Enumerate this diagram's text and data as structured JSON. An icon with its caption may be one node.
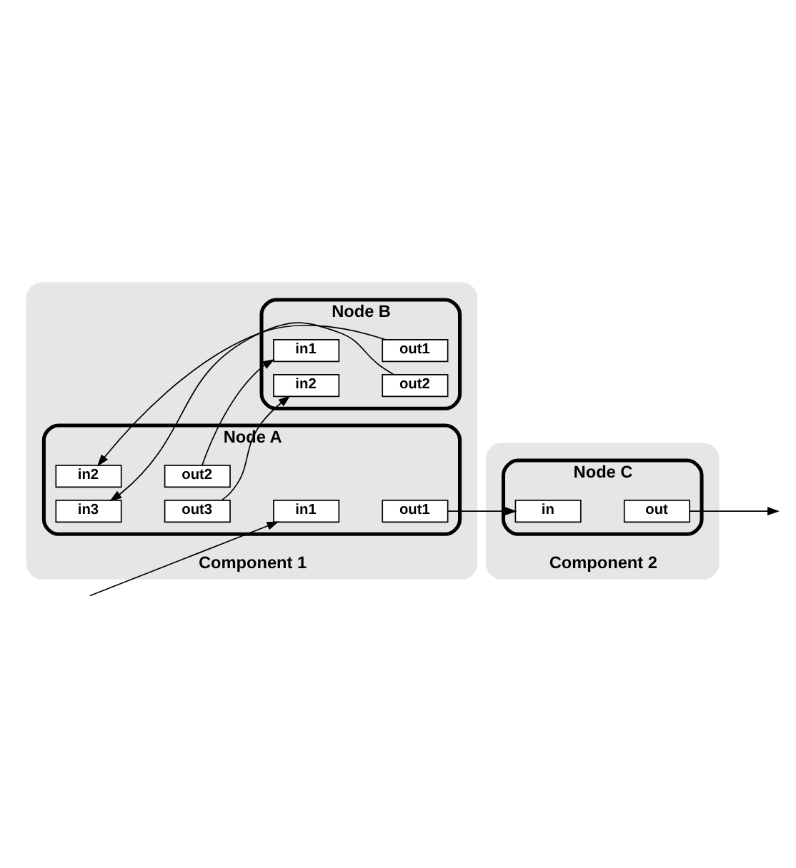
{
  "diagram": {
    "nodes": [
      {
        "text": [
          "Component 2"
        ]
      },
      {
        "text": [
          "Node C"
        ],
        "in": 0
      },
      {
        "text": [
          "in"
        ],
        "in": 1
      },
      {
        "text": [
          "out"
        ],
        "in": 1
      },
      {
        "text": [
          "Component 1"
        ]
      },
      {
        "text": [
          "Node A"
        ],
        "in": 4
      },
      {
        "text": [
          "in1"
        ],
        "in": 5
      },
      {
        "text": [
          "in2"
        ],
        "in": 5
      },
      {
        "text": [
          "in3"
        ],
        "in": 5
      },
      {
        "text": [
          "out1"
        ],
        "in": 5
      },
      {
        "text": [
          "out2"
        ],
        "in": 5
      },
      {
        "text": [
          "out3"
        ],
        "in": 5
      },
      {
        "text": [
          "Node B"
        ],
        "in": 4
      },
      {
        "text": [
          "in1"
        ],
        "in": 12
      },
      {
        "text": [
          "in2"
        ],
        "in": 12
      },
      {
        "text": [
          "out1"
        ],
        "in": 12
      },
      {
        "text": [
          "out2"
        ],
        "in": 12
      }
    ],
    "edges": [
      {
        "from": null,
        "to": 6,
        "arrow": "to"
      },
      {
        "from": 9,
        "to": 2,
        "arrow": "to"
      },
      {
        "from": 10,
        "to": 13,
        "arrow": "to"
      },
      {
        "from": 11,
        "to": 14,
        "arrow": "to"
      },
      {
        "from": 15,
        "to": 7,
        "arrow": "to"
      },
      {
        "from": 16,
        "to": 8,
        "arrow": "to"
      },
      {
        "from": 3,
        "to": null,
        "arrow": "to"
      }
    ]
  }
}
